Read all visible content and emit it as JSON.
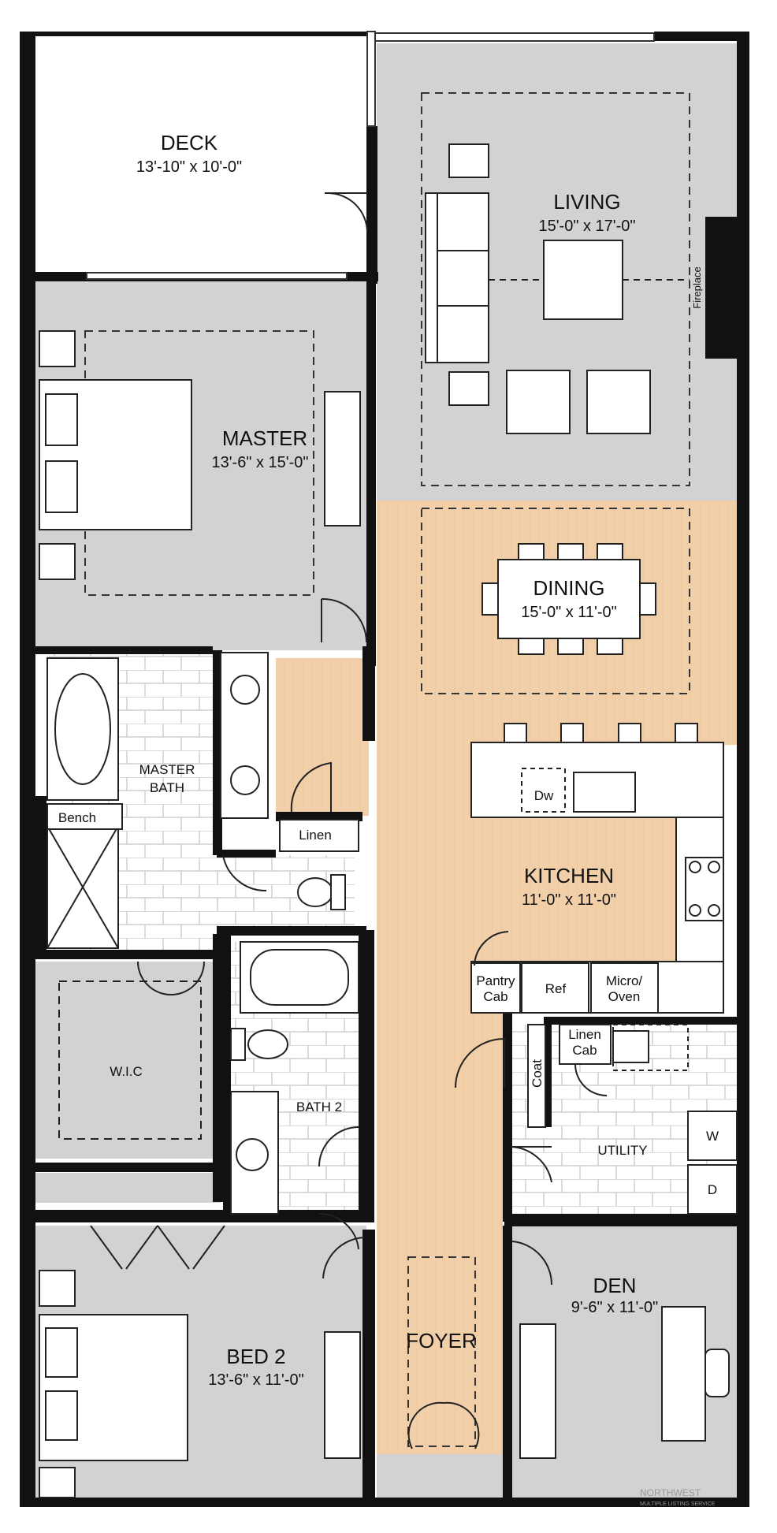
{
  "colors": {
    "wall": "#111111",
    "room_gray": "#d2d2d4",
    "wood": "#f1cfa8",
    "tile": "#ffffff",
    "outline": "#222222"
  },
  "rooms": {
    "deck": {
      "name": "DECK",
      "dims": "13'-10\" x 10'-0\""
    },
    "living": {
      "name": "LIVING",
      "dims": "15'-0\" x 17'-0\""
    },
    "master": {
      "name": "MASTER",
      "dims": "13'-6\" x 15'-0\""
    },
    "dining": {
      "name": "DINING",
      "dims": "15'-0\" x 11'-0\""
    },
    "master_bath": {
      "line1": "MASTER",
      "line2": "BATH"
    },
    "kitchen": {
      "name": "KITCHEN",
      "dims": "11'-0\" x 11'-0\""
    },
    "wic": {
      "name": "W.I.C"
    },
    "bath2": {
      "name": "BATH 2"
    },
    "utility": {
      "name": "UTILITY"
    },
    "den": {
      "name": "DEN",
      "dims": "9'-6\" x 11'-0\""
    },
    "bed2": {
      "name": "BED 2",
      "dims": "13'-6\" x 11'-0\""
    },
    "foyer": {
      "name": "FOYER"
    }
  },
  "fixtures": {
    "fireplace": "Fireplace",
    "bench": "Bench",
    "linen": "Linen",
    "dw": "Dw",
    "pantry_line1": "Pantry",
    "pantry_line2": "Cab",
    "ref": "Ref",
    "micro_line1": "Micro/",
    "micro_line2": "Oven",
    "linen_cab_line1": "Linen",
    "linen_cab_line2": "Cab",
    "coat": "Coat",
    "washer": "W",
    "dryer": "D"
  },
  "watermark": {
    "line1": "NORTHWEST",
    "line2": "MULTIPLE LISTING SERVICE"
  }
}
